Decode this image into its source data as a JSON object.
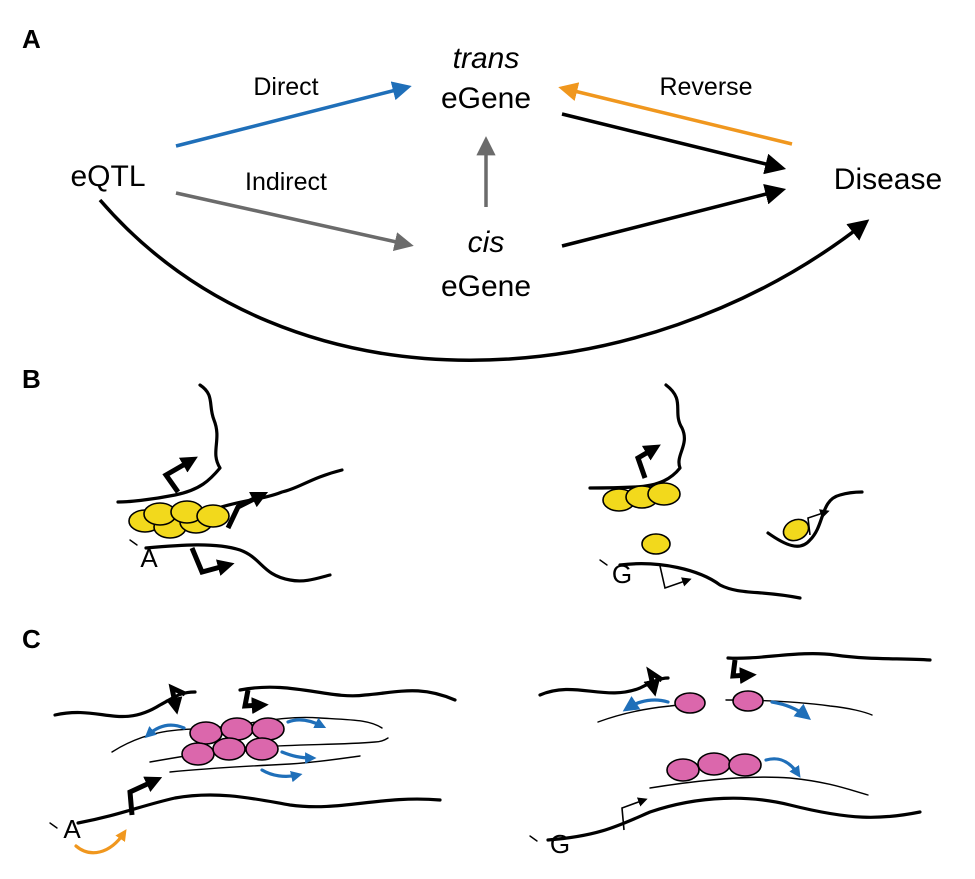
{
  "colors": {
    "direct": "#1f6fb9",
    "indirect": "#6b6b6b",
    "reverse": "#f0971e",
    "causal": "#000000",
    "transcription_factor": "#f2d91c",
    "rna_binding_protein": "#db67ac",
    "rna_arrow": "#1f6fb9"
  },
  "panel_a": {
    "panel_label": "A",
    "nodes": {
      "eqtl": "eQTL",
      "trans_prefix": "trans",
      "trans_egene": "eGene",
      "cis_prefix": "cis",
      "cis_egene": "eGene",
      "disease": "Disease"
    },
    "edges": {
      "direct": "Direct",
      "indirect": "Indirect",
      "reverse": "Reverse"
    }
  },
  "panel_b": {
    "panel_label": "B",
    "left_allele": "A",
    "right_allele": "G"
  },
  "panel_c": {
    "panel_label": "C",
    "left_allele": "A",
    "right_allele": "G"
  }
}
